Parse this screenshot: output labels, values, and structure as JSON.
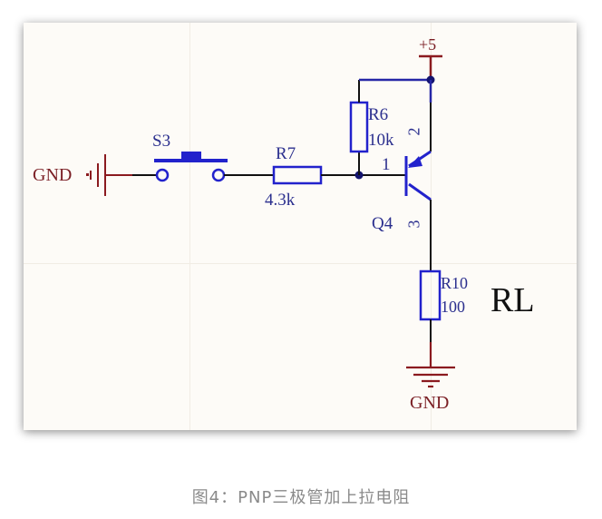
{
  "diagram": {
    "type": "circuit-schematic",
    "power": {
      "label": "+5"
    },
    "ground_left": {
      "label": "GND"
    },
    "ground_bottom": {
      "label": "GND"
    },
    "switch": {
      "ref": "S3"
    },
    "resistors": [
      {
        "ref": "R7",
        "value": "4.3k"
      },
      {
        "ref": "R6",
        "value": "10k"
      },
      {
        "ref": "R10",
        "value": "100"
      }
    ],
    "transistor": {
      "ref": "Q4",
      "kind": "PNP",
      "pins": {
        "base": "1",
        "emitter": "2",
        "collector": "3"
      }
    },
    "load_label": "RL",
    "colors": {
      "wire": "#111111",
      "component": "#2222cc",
      "power_net": "#8b1a1f",
      "label_blue": "#2b2f8e",
      "label_red": "#7a1e24",
      "background": "#fdfbf7"
    }
  },
  "caption": "图4：PNP三极管加上拉电阻"
}
